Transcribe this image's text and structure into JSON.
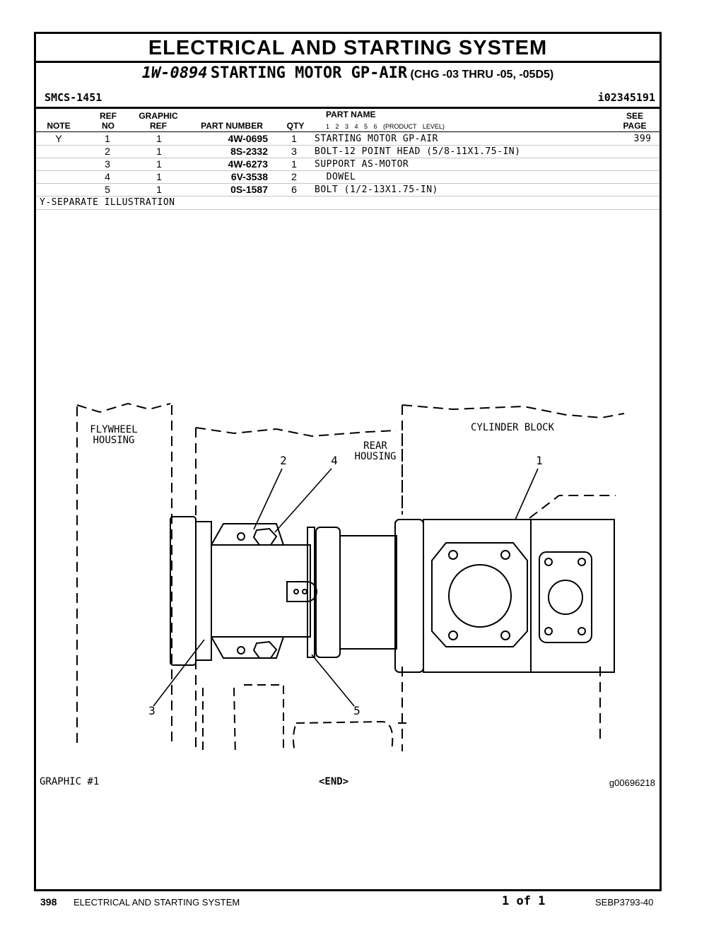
{
  "header": {
    "title": "ELECTRICAL AND STARTING SYSTEM",
    "part_number": "1W-0894",
    "part_name": "STARTING MOTOR GP-AIR",
    "change": "(CHG -03 THRU -05, -05D5)",
    "smcs": "SMCS-1451",
    "id": "i02345191"
  },
  "columns": {
    "note": "NOTE",
    "ref_top": "REF",
    "ref_bottom": "NO",
    "graphic_top": "GRAPHIC",
    "graphic_bottom": "REF",
    "part_number": "PART NUMBER",
    "qty": "QTY",
    "part_name": "PART NAME",
    "levels": "1 2 3 4 5 6 (PRODUCT LEVEL)",
    "see_top": "SEE",
    "see_bottom": "PAGE"
  },
  "parts": [
    {
      "note": "Y",
      "ref": "1",
      "graphic": "1",
      "part_number": "4W-0695",
      "qty": "1",
      "name": "STARTING MOTOR GP-AIR",
      "see": "399"
    },
    {
      "note": "",
      "ref": "2",
      "graphic": "1",
      "part_number": "8S-2332",
      "qty": "3",
      "name": "BOLT-12 POINT HEAD (5/8-11X1.75-IN)",
      "see": ""
    },
    {
      "note": "",
      "ref": "3",
      "graphic": "1",
      "part_number": "4W-6273",
      "qty": "1",
      "name": "SUPPORT AS-MOTOR",
      "see": ""
    },
    {
      "note": "",
      "ref": "4",
      "graphic": "1",
      "part_number": "6V-3538",
      "qty": "2",
      "name": "  DOWEL",
      "see": ""
    },
    {
      "note": "",
      "ref": "5",
      "graphic": "1",
      "part_number": "0S-1587",
      "qty": "6",
      "name": "BOLT (1/2-13X1.75-IN)",
      "see": ""
    }
  ],
  "note_text": "Y-SEPARATE ILLUSTRATION",
  "illustration": {
    "labels": {
      "flywheel_1": "FLYWHEEL",
      "flywheel_2": "HOUSING",
      "rear_1": "REAR",
      "rear_2": "HOUSING",
      "cylinder": "CYLINDER BLOCK",
      "c1": "1",
      "c2": "2",
      "c3": "3",
      "c4": "4",
      "c5": "5"
    }
  },
  "graphic": {
    "number": "GRAPHIC #1",
    "end": "<END>",
    "id": "g00696218"
  },
  "footer": {
    "page": "398",
    "section": "ELECTRICAL AND STARTING SYSTEM",
    "page_of": "1 of 1",
    "doc": "SEBP3793-40"
  }
}
